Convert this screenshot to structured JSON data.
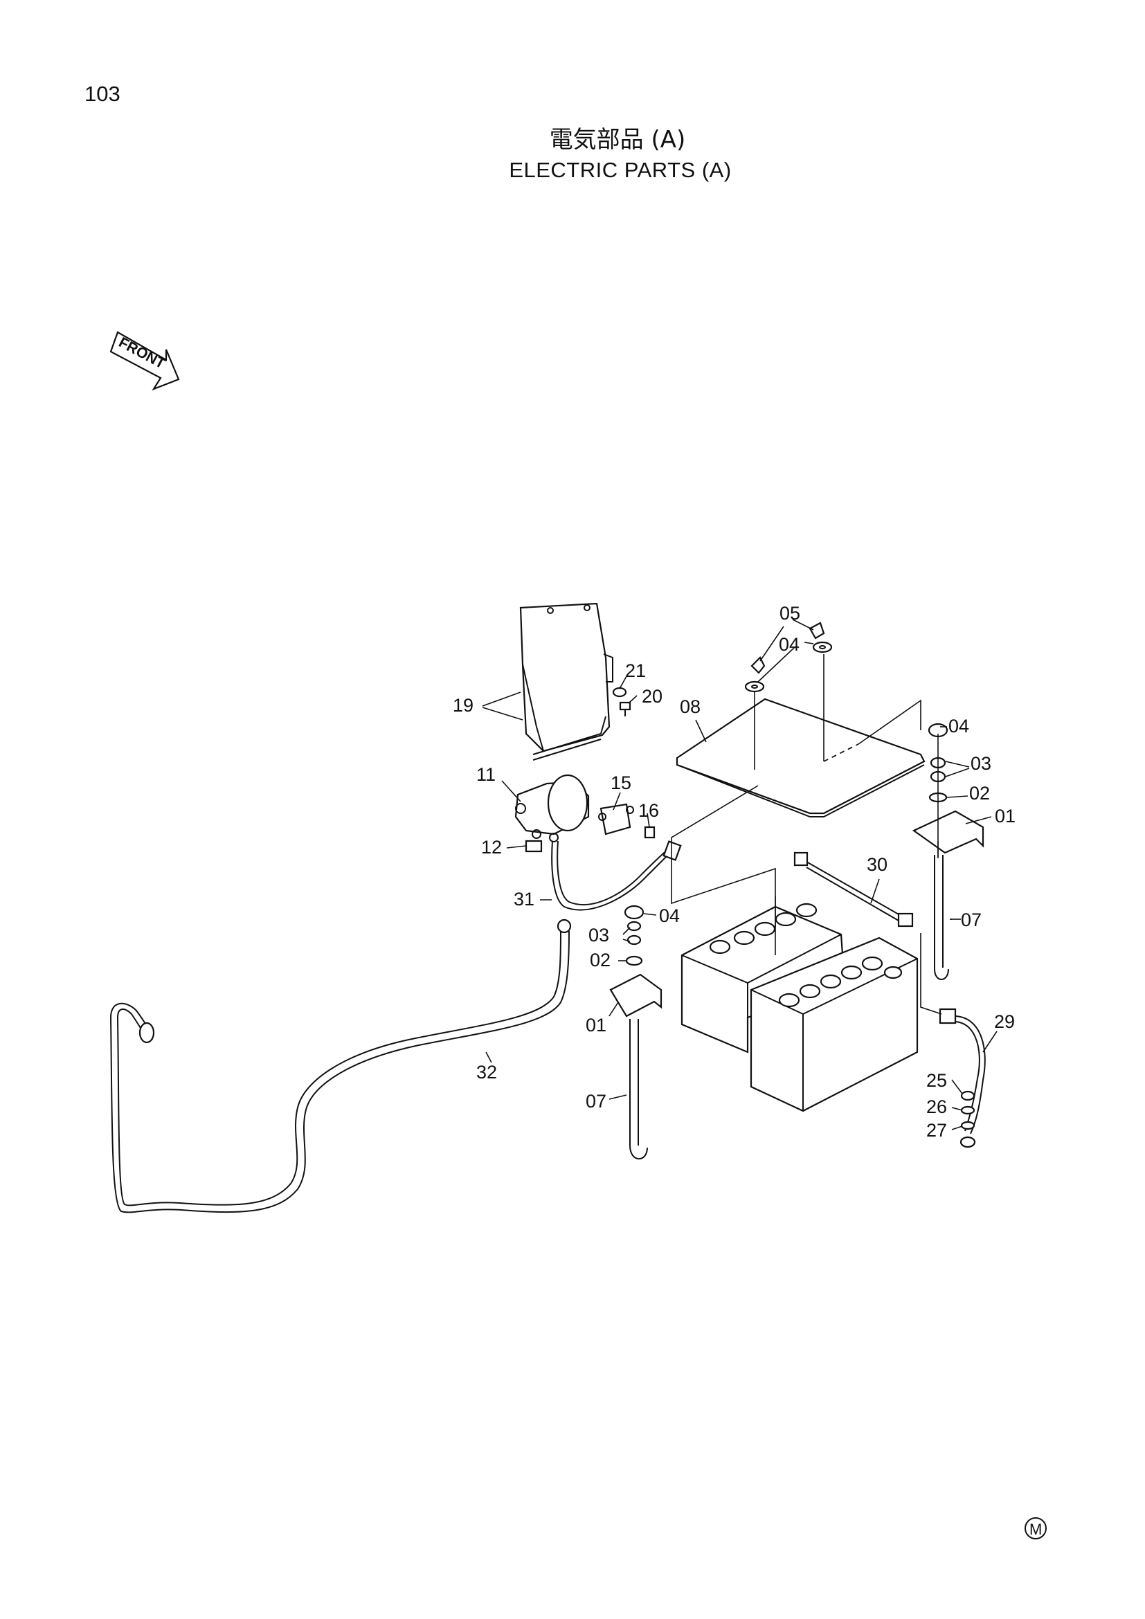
{
  "page_number": "103",
  "title_ja": "電気部品 (A)",
  "title_en": "ELECTRIC PARTS (A)",
  "front_label": "FRONT",
  "mark": "M",
  "callouts": [
    "05",
    "04",
    "21",
    "20",
    "19",
    "08",
    "04",
    "03",
    "02",
    "01",
    "11",
    "15",
    "16",
    "12",
    "30",
    "31",
    "04",
    "03",
    "02",
    "01",
    "07",
    "29",
    "32",
    "25",
    "26",
    "27",
    "07"
  ]
}
